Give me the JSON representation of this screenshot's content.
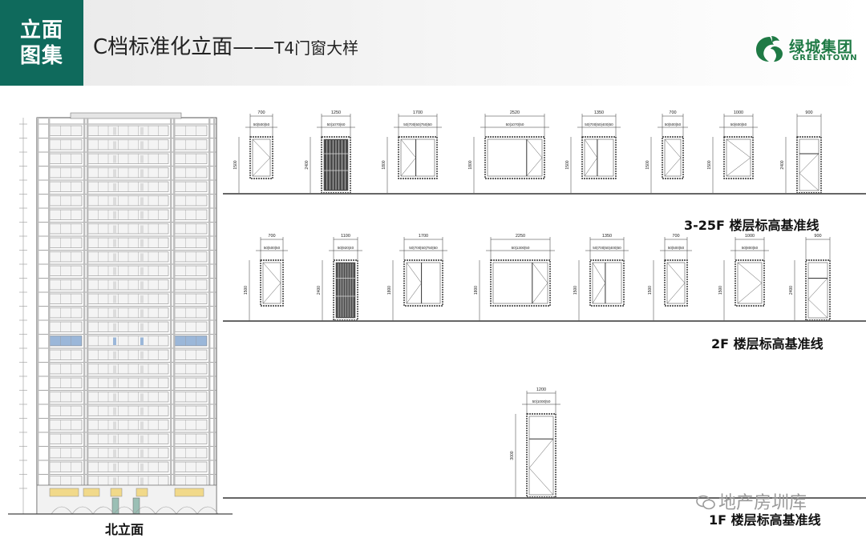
{
  "header": {
    "tag_line1": "立面",
    "tag_line2": "图集",
    "title_main": "C档标准化立面——",
    "title_sub": "T4门窗大样",
    "logo_zh": "绿城集团",
    "logo_en": "GREENTOWN"
  },
  "building": {
    "caption": "北立面"
  },
  "levels": [
    {
      "label": "3-25F  楼层标高基准线"
    },
    {
      "label": "2F  楼层标高基准线"
    },
    {
      "label": "1F  楼层标高基准线"
    }
  ],
  "details_3_25": [
    {
      "width_label": "700",
      "sub_label": "50|500|50",
      "height_label": "1500"
    },
    {
      "width_label": "1250",
      "sub_label": "50|1070|60",
      "height_label": "2400"
    },
    {
      "width_label": "1700",
      "sub_label": "50|700|50|750|50",
      "height_label": "1800"
    },
    {
      "width_label": "2520",
      "sub_label": "50|1070|50",
      "height_label": "1800"
    },
    {
      "width_label": "1350",
      "sub_label": "50|700|50|400|50",
      "height_label": "1500"
    },
    {
      "width_label": "700",
      "sub_label": "50|500|50",
      "height_label": "1500"
    },
    {
      "width_label": "1000",
      "sub_label": "50|600|50",
      "height_label": "1500"
    },
    {
      "width_label": "900",
      "sub_label": "",
      "height_label": "2400"
    }
  ],
  "details_2f": [
    {
      "width_label": "700",
      "sub_label": "50|500|50",
      "height_label": "1500"
    },
    {
      "width_label": "1100",
      "sub_label": "50|920|40",
      "height_label": "2400"
    },
    {
      "width_label": "1700",
      "sub_label": "50|700|50|750|50",
      "height_label": "1800"
    },
    {
      "width_label": "2250",
      "sub_label": "50|1300|50",
      "height_label": "1800"
    },
    {
      "width_label": "1350",
      "sub_label": "50|700|50|400|50",
      "height_label": "1500"
    },
    {
      "width_label": "700",
      "sub_label": "50|500|50",
      "height_label": "1500"
    },
    {
      "width_label": "1000",
      "sub_label": "50|800|50",
      "height_label": "1500"
    },
    {
      "width_label": "900",
      "sub_label": "",
      "height_label": "2400"
    }
  ],
  "details_1f": [
    {
      "width_label": "1200",
      "sub_label": "50|1000|50",
      "height_label": "3000"
    }
  ],
  "watermark": "地产房圳库",
  "colors": {
    "tag_green": "#0f6a5c",
    "logo_green": "#1f7a45"
  }
}
